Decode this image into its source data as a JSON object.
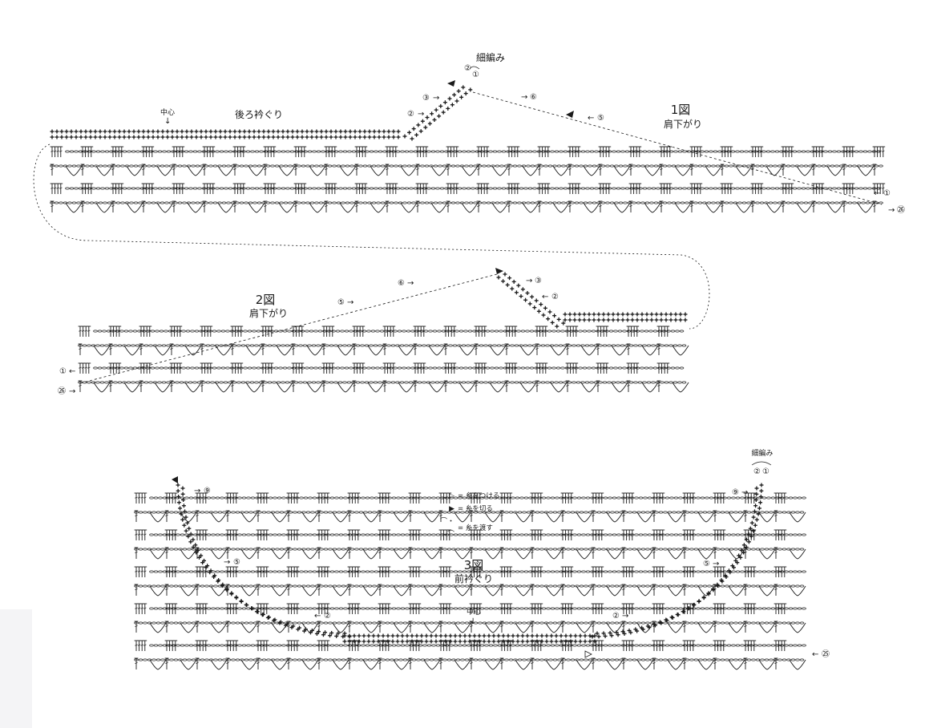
{
  "figures": {
    "fig1": {
      "title": "1図",
      "subtitle": "肩下がり"
    },
    "fig2": {
      "title": "2図",
      "subtitle": "肩下がり"
    },
    "fig3": {
      "title": "3図",
      "subtitle": "前衿ぐり"
    }
  },
  "labels": {
    "back_neck": "後ろ衿ぐり",
    "center": "中心",
    "sc_title": "細編み",
    "sc_title_small": "細編み"
  },
  "markers": {
    "m1": "①",
    "m2": "②",
    "m3": "③",
    "m5": "⑤",
    "m6": "⑥",
    "m9": "⑨",
    "m25": "㉕",
    "m26": "㉖"
  },
  "legend": [
    {
      "symbol": "▷",
      "text": "= 糸をつける"
    },
    {
      "symbol": "▶",
      "text": "= 糸を切る"
    },
    {
      "symbol": "⌒・⌒",
      "text": "= 糸を渡す"
    }
  ],
  "colors": {
    "ink": "#1a1a1a",
    "paper": "#ffffff"
  }
}
